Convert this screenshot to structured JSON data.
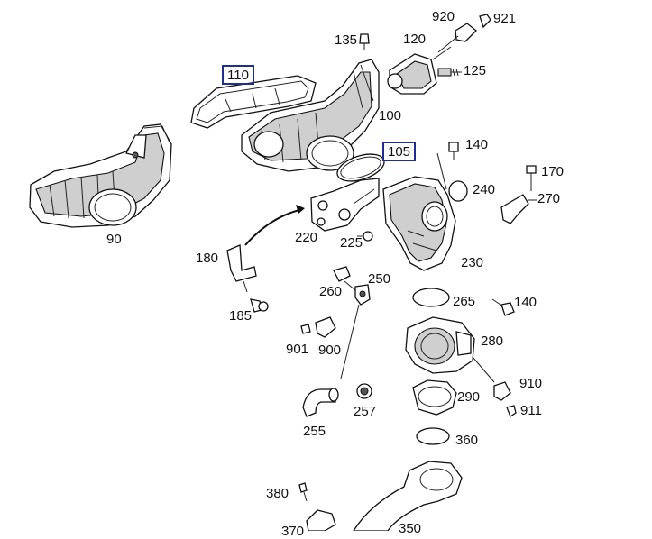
{
  "labels": {
    "p90": "90",
    "p100": "100",
    "p105": "105",
    "p110": "110",
    "p120": "120",
    "p125": "125",
    "p135": "135",
    "p140a": "140",
    "p140b": "140",
    "p170": "170",
    "p180": "180",
    "p185": "185",
    "p220": "220",
    "p225": "225",
    "p230": "230",
    "p240": "240",
    "p250": "250",
    "p255": "255",
    "p257": "257",
    "p260": "260",
    "p265": "265",
    "p270": "270",
    "p280": "280",
    "p290": "290",
    "p350": "350",
    "p360": "360",
    "p370": "370",
    "p380": "380",
    "p900": "900",
    "p901": "901",
    "p910": "910",
    "p911": "911",
    "p920": "920",
    "p921": "921"
  },
  "highlight_color": "#1f2f8f"
}
